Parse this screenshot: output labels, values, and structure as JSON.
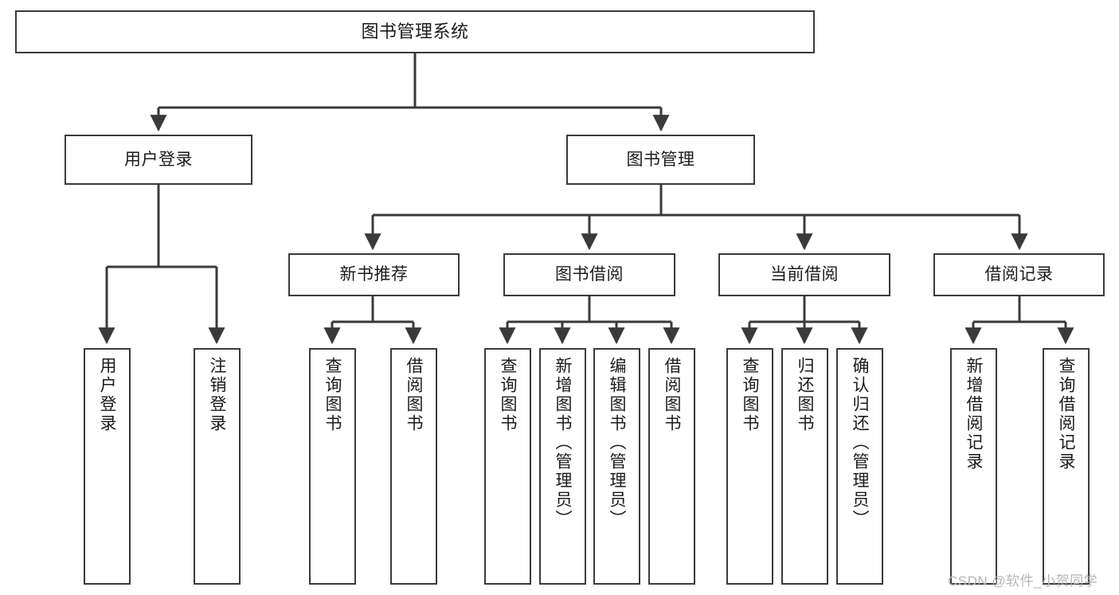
{
  "diagram": {
    "title": "图书管理系统",
    "type": "tree-structure-chart",
    "line_color": "#3a3a3a",
    "box_fill": "#ffffff",
    "text_color": "#1b1b1b",
    "watermark": "CSDN @软件_小贺同学",
    "nodes": {
      "root": {
        "label": "图书管理系统"
      },
      "level2": [
        {
          "id": "user-login",
          "label": "用户登录"
        },
        {
          "id": "book-manage",
          "label": "图书管理"
        }
      ],
      "level3": [
        {
          "id": "new-book-recommend",
          "label": "新书推荐"
        },
        {
          "id": "book-borrow",
          "label": "图书借阅"
        },
        {
          "id": "current-borrow",
          "label": "当前借阅"
        },
        {
          "id": "borrow-record",
          "label": "借阅记录"
        }
      ],
      "leaves": {
        "user_login": [
          {
            "id": "leaf-user-login",
            "label": "用户登录"
          },
          {
            "id": "leaf-logout-login",
            "label": "注销登录"
          }
        ],
        "new_book_recommend": [
          {
            "id": "leaf-query-book-1",
            "label": "查询图书"
          },
          {
            "id": "leaf-borrow-book-1",
            "label": "借阅图书"
          }
        ],
        "book_borrow": [
          {
            "id": "leaf-query-book-2",
            "label": "查询图书"
          },
          {
            "id": "leaf-add-book",
            "label": "新增图书（管理员）"
          },
          {
            "id": "leaf-edit-book",
            "label": "编辑图书（管理员）"
          },
          {
            "id": "leaf-borrow-book-2",
            "label": "借阅图书"
          }
        ],
        "current_borrow": [
          {
            "id": "leaf-query-book-3",
            "label": "查询图书"
          },
          {
            "id": "leaf-return-book",
            "label": "归还图书"
          },
          {
            "id": "leaf-confirm-return",
            "label": "确认归还（管理员）"
          }
        ],
        "borrow_record": [
          {
            "id": "leaf-add-record",
            "label": "新增借阅记录"
          },
          {
            "id": "leaf-query-record",
            "label": "查询借阅记录"
          }
        ]
      }
    }
  }
}
